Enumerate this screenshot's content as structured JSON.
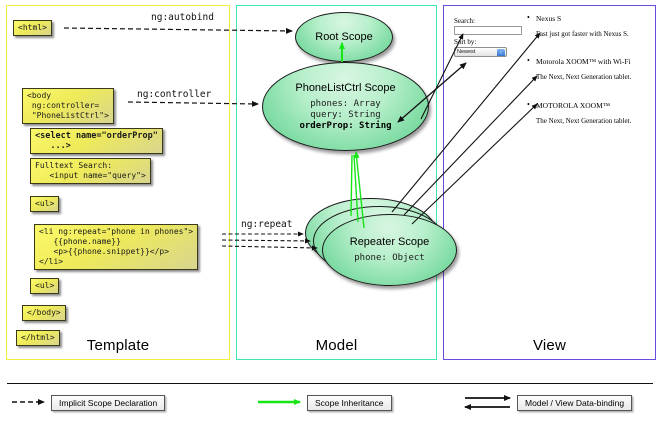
{
  "panels": [
    {
      "id": "template",
      "label": "Template",
      "border_color": "#f2ef3c"
    },
    {
      "id": "model",
      "label": "Model",
      "border_color": "#3fe8a8"
    },
    {
      "id": "view",
      "label": "View",
      "border_color": "#6a4bdd"
    }
  ],
  "template": {
    "boxes": [
      {
        "id": "html",
        "text": "<html>",
        "bold": false
      },
      {
        "id": "body",
        "text": "<body\n ng:controller=\n \"PhoneListCtrl\">",
        "bold": false
      },
      {
        "id": "select",
        "text": "<select name=\"orderProp\"\n   ...>",
        "bold": true
      },
      {
        "id": "search",
        "text": "Fulltext Search:\n   <input name=\"query\">",
        "bold": false
      },
      {
        "id": "ul-open",
        "text": "<ul>",
        "bold": false
      },
      {
        "id": "li-repeat",
        "text": "<li ng:repeat=\"phone in phones\">\n   {{phone.name}}\n   <p>{{phone.snippet}}</p>\n</li>",
        "bold": false
      },
      {
        "id": "ul-close",
        "text": "<ul>",
        "bold": false
      },
      {
        "id": "body-close",
        "text": "</body>",
        "bold": false
      },
      {
        "id": "html-close",
        "text": "</html>",
        "bold": false
      }
    ]
  },
  "model": {
    "scopes": [
      {
        "id": "root",
        "title": "Root\nScope",
        "props": []
      },
      {
        "id": "phonelistctrl",
        "title": "PhoneListCtrl\nScope",
        "props": [
          {
            "text": "phones: Array",
            "bold": false
          },
          {
            "text": "query: String",
            "bold": false
          },
          {
            "text": "orderProp: String",
            "bold": true
          }
        ]
      },
      {
        "id": "repeater",
        "title": "Repeater\nScope",
        "props": [
          {
            "text": "phone: Object",
            "bold": false
          }
        ]
      }
    ]
  },
  "view": {
    "search_label": "Search:",
    "search_value": "",
    "sort_label": "Sort by:",
    "sort_selected": "Newest",
    "phones": [
      {
        "name": "Nexus S",
        "snippet": "Fast just got faster with Nexus S."
      },
      {
        "name": "Motorola XOOM™  with Wi-Fi",
        "snippet": "The Next, Next Generation tablet."
      },
      {
        "name": "MOTOROLA XOOM™",
        "snippet": "The Next, Next Generation tablet."
      }
    ]
  },
  "connectors": [
    {
      "id": "autobind",
      "label": "ng:autobind"
    },
    {
      "id": "controller",
      "label": "ng:controller"
    },
    {
      "id": "repeat",
      "label": "ng:repeat"
    }
  ],
  "legend": [
    {
      "id": "implicit-scope-declaration",
      "label": "Implicit Scope Declaration",
      "arrow": "dashed-black"
    },
    {
      "id": "scope-inheritance",
      "label": "Scope Inheritance",
      "arrow": "solid-green"
    },
    {
      "id": "model-view-data-binding",
      "label": "Model / View Data-binding",
      "arrow": "double-black"
    }
  ],
  "colors": {
    "template_border": "#f2ef3c",
    "model_border": "#3fe8a8",
    "view_border": "#6a4bdd",
    "code_box_fill": "#efeb5c",
    "scope_fill": "#8fe0ad",
    "inheritance_arrow": "#16e616"
  }
}
